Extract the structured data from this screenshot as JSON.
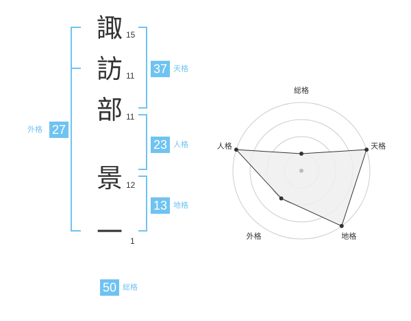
{
  "name_chars": [
    {
      "char": "諏",
      "strokes": "15"
    },
    {
      "char": "訪",
      "strokes": "11"
    },
    {
      "char": "部",
      "strokes": "11"
    },
    {
      "char": "景",
      "strokes": "12"
    },
    {
      "char": "一",
      "strokes": "1"
    }
  ],
  "kakusu": {
    "tenkaku": {
      "value": "37",
      "label": "天格"
    },
    "jinkaku": {
      "value": "23",
      "label": "人格"
    },
    "chikaku": {
      "value": "13",
      "label": "地格"
    },
    "gaikaku": {
      "value": "27",
      "label": "外格"
    },
    "soukaku": {
      "value": "50",
      "label": "総格"
    }
  },
  "colors": {
    "accent": "#6fc3f1",
    "text": "#333333",
    "grid": "#cccccc",
    "fill": "#eeeeee"
  },
  "chart_data": {
    "type": "radar",
    "axes": [
      "総格",
      "天格",
      "地格",
      "外格",
      "人格"
    ],
    "max": 4,
    "rings": 4,
    "values": [
      1,
      4,
      4,
      2,
      4
    ]
  }
}
